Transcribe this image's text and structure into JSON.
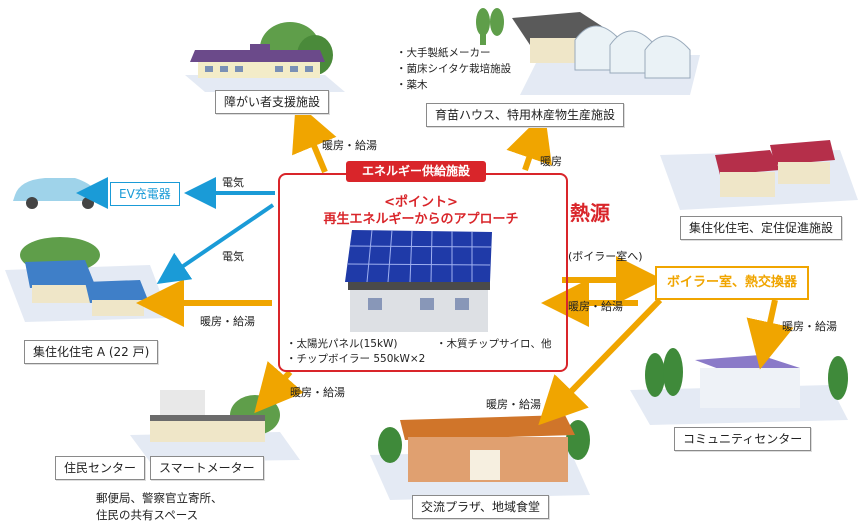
{
  "center": {
    "title": "エネルギー供給施設",
    "point_heading": "<ポイント>",
    "point_text": "再生エネルギーからのアプローチ",
    "features": [
      "・太陽光パネル(15kW)",
      "・木質チップサイロ、他",
      "・チップボイラー 550kW×2"
    ]
  },
  "heat_source": "熱源",
  "facilities": {
    "disability": "障がい者支援施設",
    "nursery": "育苗ハウス、特用林産物生産施設",
    "nursery_notes": [
      "・大手製紙メーカー",
      "・菌床シイタケ栽培施設",
      "・薬木"
    ],
    "ev_charger": "EV充電器",
    "housing_promo": "集住化住宅、定住促進施設",
    "housing_a": "集住化住宅 A (22 戸)",
    "boiler": "ボイラー室、熱交換器",
    "community": "コミュニティセンター",
    "plaza": "交流プラザ、地域食堂",
    "residents_center": "住民センター",
    "smart_meter": "スマートメーター",
    "residents_notes": [
      "郵便局、警察官立寄所、",
      "住民の共有スペース"
    ]
  },
  "edges": {
    "heating_hotwater": "暖房・給湯",
    "heating": "暖房",
    "electricity": "電気",
    "boiler_room": "(ボイラー室へ)"
  },
  "colors": {
    "center_border": "#d9252a",
    "orange_arrow": "#f0a500",
    "blue_arrow": "#1a9bd7",
    "heat_text": "#d9252a",
    "point_text": "#d9252a"
  }
}
